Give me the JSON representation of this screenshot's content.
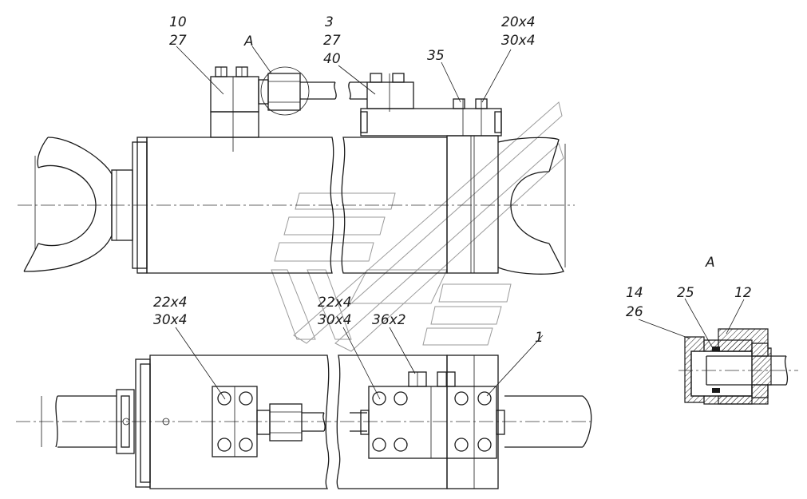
{
  "callouts": {
    "c10": "10",
    "c27a": "27",
    "cA": "А",
    "c3": "3",
    "c27b": "27",
    "c40": "40",
    "c35": "35",
    "c20x4": "20x4",
    "c30x4a": "30x4",
    "c22x4a": "22x4",
    "c30x4b": "30x4",
    "c22x4b": "22x4",
    "c30x4c": "30x4",
    "c36x2": "36x2",
    "c1": "1"
  },
  "detail": {
    "title": "А",
    "c14": "14",
    "c26": "26",
    "c25": "25",
    "c12": "12"
  },
  "colors": {
    "line": "#1a1a1a",
    "watermark": "#9a9a9a"
  }
}
